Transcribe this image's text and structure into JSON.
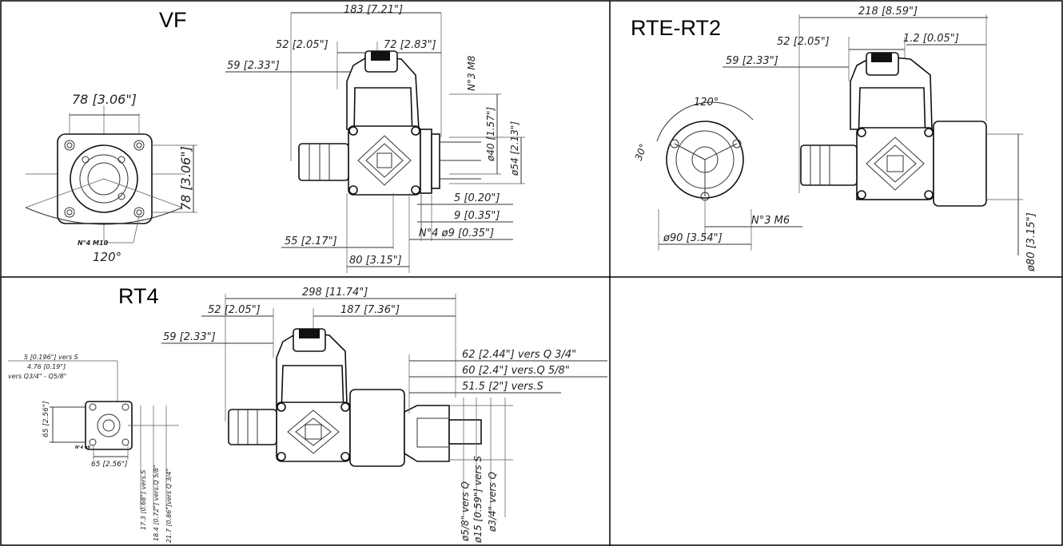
{
  "panels": {
    "vf": {
      "title": "VF",
      "labels": {
        "d183": "183 [7.21\"]",
        "d52": "52 [2.05\"]",
        "d72": "72 [2.83\"]",
        "d59": "59 [2.33\"]",
        "d78a": "78 [3.06\"]",
        "d78b": "78 [3.06\"]",
        "m8": "N°3 M8",
        "d40": "ø40 [1.57\"]",
        "d54": "ø54 [2.13\"]",
        "d5": "5 [0.20\"]",
        "d9": "9 [0.35\"]",
        "n4d9": "N°4 ø9 [0.35\"]",
        "d55": "55 [2.17\"]",
        "d80": "80 [3.15\"]",
        "m10": "N°4 M10",
        "a120": "120°"
      }
    },
    "rte": {
      "title": "RTE-RT2",
      "labels": {
        "d218": "218 [8.59\"]",
        "d52": "52 [2.05\"]",
        "d12": "1.2 [0.05\"]",
        "d59": "59 [2.33\"]",
        "a120": "120°",
        "a30": "30°",
        "m6": "N°3 M6",
        "d90": "ø90 [3.54\"]",
        "d80": "ø80 [3.15\"]"
      }
    },
    "rt4": {
      "title": "RT4",
      "labels": {
        "d298": "298 [11.74\"]",
        "d52": "52 [2.05\"]",
        "d187": "187 [7.36\"]",
        "d59": "59 [2.33\"]",
        "d62": "62 [2.44\"] vers Q 3/4\"",
        "d60": "60 [2.4\"] vers.Q 5/8\"",
        "d515": "51.5 [2\"] vers.S",
        "s5": "5 [0.196\"] vers S",
        "s476": "4.76 [0.19\"]",
        "sq": "vers Q3/4\" - Q5/8\"",
        "s65v": "65 [2.56\"]",
        "s65h": "65 [2.56\"]",
        "n4": "N°4 ø9",
        "v173": "17.3 [0.68\"] vers.S",
        "v184": "18.4 [0.72\"] vers.Q 5/8\"",
        "v217": "21.7 [0.86\"]vers Q 3/4\"",
        "p58": "ø5/8\" vers Q",
        "p15": "ø15 [0.59\"] vers S",
        "p34": "ø3/4\" vers Q"
      }
    }
  }
}
